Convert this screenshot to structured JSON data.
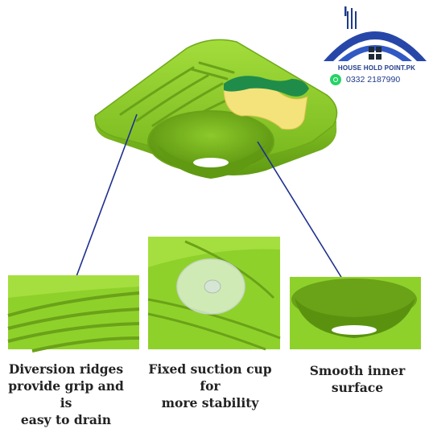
{
  "logo": {
    "brand": "HOUSE HOLD POINT.PK",
    "phone": "0332 2187990",
    "icons": [
      "house-arch-icon",
      "utensils-icon",
      "window-icon",
      "whatsapp-icon"
    ],
    "colors": {
      "navy": "#1e3a8a",
      "whatsapp": "#25d366"
    }
  },
  "product": {
    "name": "corner sink sponge holder",
    "color": "#8fd12b",
    "sponge_colors": {
      "scrub": "#1f8c4a",
      "foam": "#f4e27a"
    }
  },
  "callouts": [
    {
      "caption": "Diversion ridges\nprovide grip and is\neasy to drain"
    },
    {
      "caption": "Fixed suction cup for\nmore stability"
    },
    {
      "caption": "Smooth inner surface"
    }
  ]
}
